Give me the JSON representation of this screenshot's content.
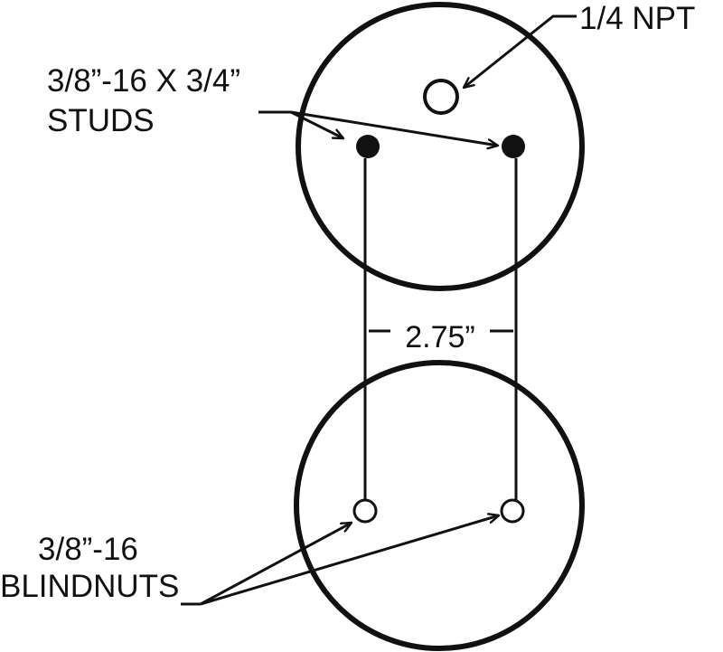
{
  "diagram": {
    "type": "air-spring-bolt-pattern",
    "colors": {
      "stroke": "#111111",
      "background": "#ffffff"
    },
    "top_plate": {
      "shape": "circle",
      "npt_label": "1/4 NPT",
      "studs_label_line1": "3/8”-16 X 3/4”",
      "studs_label_line2": "STUDS",
      "features": [
        {
          "name": "air-inlet",
          "kind": "open-hole",
          "label": "1/4 NPT"
        },
        {
          "name": "stud-left",
          "kind": "filled-stud"
        },
        {
          "name": "stud-right",
          "kind": "filled-stud"
        }
      ]
    },
    "dimension": {
      "label": "2.75”",
      "between": [
        "stud-left",
        "stud-right"
      ]
    },
    "bottom_plate": {
      "shape": "circle",
      "blindnuts_label_line1": "3/8”-16",
      "blindnuts_label_line2": "BLINDNUTS",
      "features": [
        {
          "name": "blindnut-left",
          "kind": "open-hole"
        },
        {
          "name": "blindnut-right",
          "kind": "open-hole"
        }
      ]
    }
  }
}
